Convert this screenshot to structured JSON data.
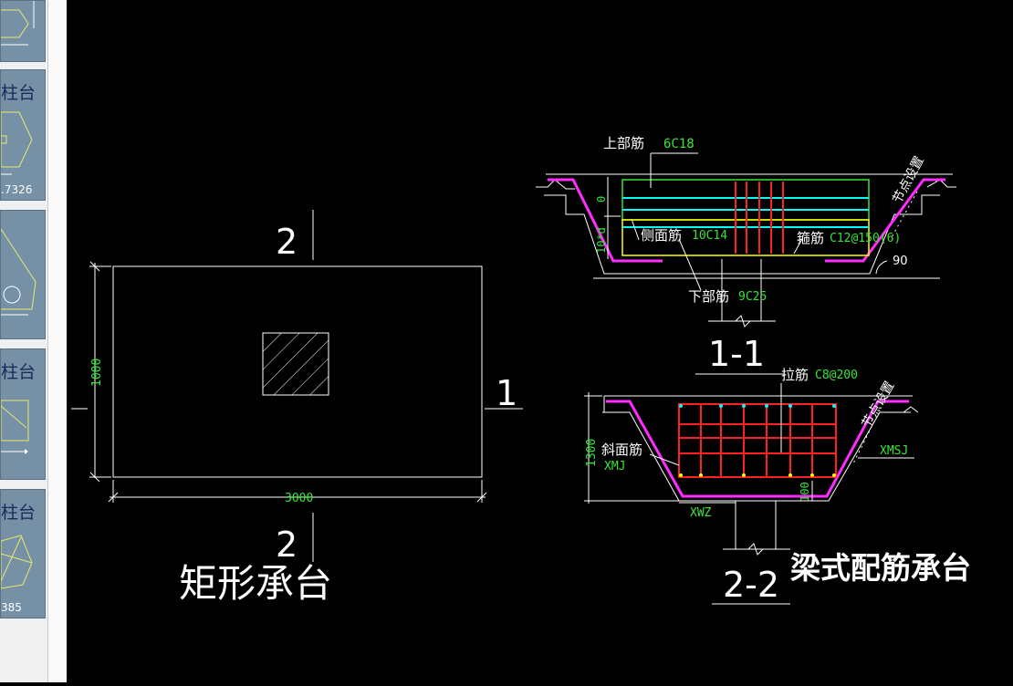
{
  "sidebar": {
    "thumbnails": [
      {
        "label": "",
        "number": ""
      },
      {
        "label": "柱台",
        "number": ".7326"
      },
      {
        "label": "",
        "number": ""
      },
      {
        "label": "柱台",
        "number": ""
      },
      {
        "label": "柱台",
        "number": "385"
      }
    ]
  },
  "left_drawing": {
    "section_mark_top": "2",
    "section_mark_bottom": "2",
    "section_mark_right": "1",
    "dim_height": "1000",
    "dim_width": "3000",
    "title": "矩形承台"
  },
  "section_1_1": {
    "top_bar_label": "上部筋",
    "top_bar_value": "6C18",
    "side_bar_label": "侧面筋",
    "side_bar_value": "10C14",
    "stirrup_label": "箍筋",
    "stirrup_value": "C12@150(6)",
    "bottom_bar_label": "下部筋",
    "bottom_bar_value": "9C25",
    "node_label": "节点设置",
    "dim_zero": "0",
    "dim_side": "10*d",
    "angle": "90",
    "title": "1-1"
  },
  "section_2_2": {
    "tie_label": "拉筋",
    "tie_value": "C8@200",
    "node_label": "节点设置",
    "slope_label": "斜面筋",
    "slope_value": "XMJ",
    "xmsj": "XMSJ",
    "xwz": "XWZ",
    "dim_height": "1300",
    "dim_100": "100",
    "title": "2-2"
  },
  "drawing_title": "梁式配筋承台",
  "colors": {
    "canvas": "#000000",
    "white_line": "#ffffff",
    "green_text": "#37e637",
    "magenta": "#ff2bff",
    "cyan": "#00ffff",
    "red": "#ff2020",
    "yellow": "#ffff00"
  }
}
